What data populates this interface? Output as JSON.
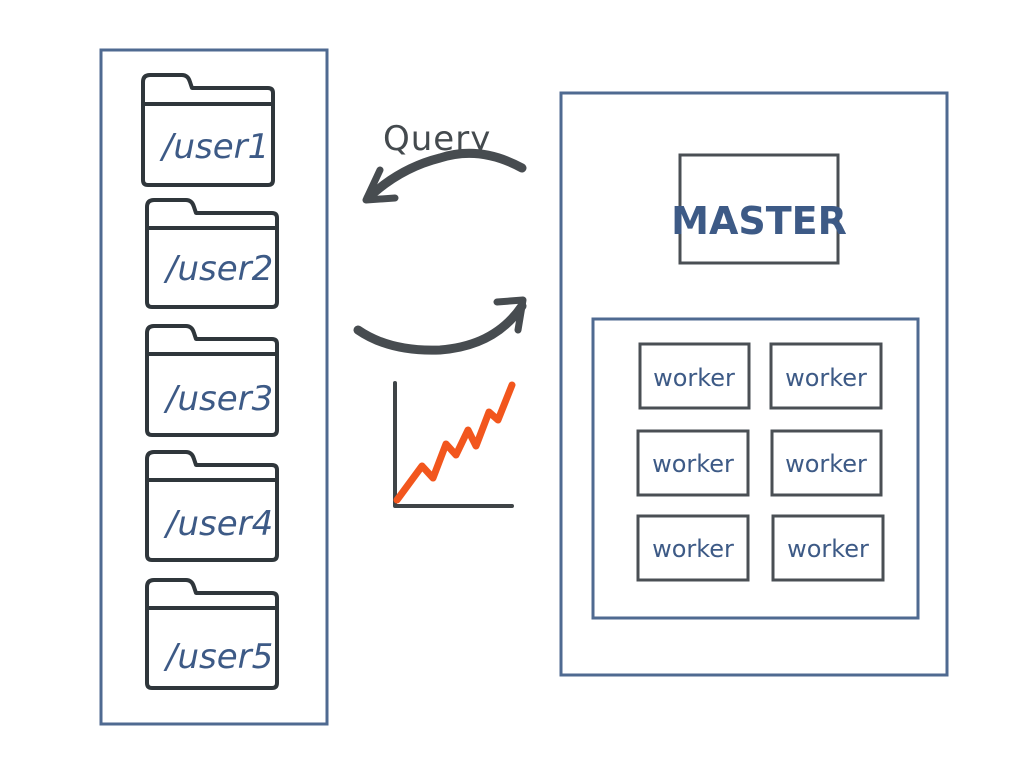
{
  "colors": {
    "frame": "#4f6a91",
    "folder_stroke": "#2f363b",
    "label": "#3d5a86",
    "arrow": "#474c50",
    "trend": "#f2561d",
    "axis": "#3f4447"
  },
  "folders": [
    {
      "label": "/user1",
      "icon": "folder-icon"
    },
    {
      "label": "/user2",
      "icon": "folder-icon"
    },
    {
      "label": "/user3",
      "icon": "folder-icon"
    },
    {
      "label": "/user4",
      "icon": "folder-icon"
    },
    {
      "label": "/user5",
      "icon": "folder-icon"
    }
  ],
  "query_label": "Query",
  "master_label": "MASTER",
  "workers": [
    {
      "label": "worker"
    },
    {
      "label": "worker"
    },
    {
      "label": "worker"
    },
    {
      "label": "worker"
    },
    {
      "label": "worker"
    },
    {
      "label": "worker"
    }
  ],
  "icons": {
    "query_arrow": "curved-arrow-left-icon",
    "return_arrow": "curved-arrow-right-icon",
    "trend": "line-chart-icon"
  }
}
